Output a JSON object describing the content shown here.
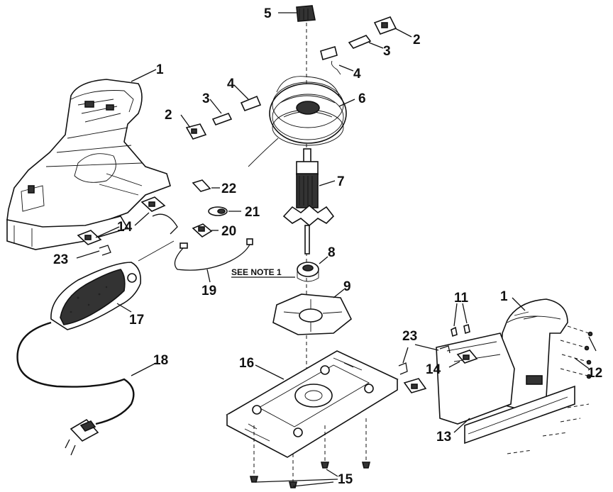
{
  "diagram": {
    "note": "SEE NOTE 1",
    "callouts": {
      "c1a": "1",
      "c1b": "1",
      "c2a": "2",
      "c2b": "2",
      "c3a": "3",
      "c3b": "3",
      "c4a": "4",
      "c4b": "4",
      "c5": "5",
      "c6": "6",
      "c7": "7",
      "c8": "8",
      "c9": "9",
      "c11": "11",
      "c12": "12",
      "c13": "13",
      "c14a": "14",
      "c14b": "14",
      "c15": "15",
      "c16": "16",
      "c17": "17",
      "c18": "18",
      "c19": "19",
      "c20": "20",
      "c21": "21",
      "c22": "22",
      "c23a": "23",
      "c23b": "23"
    }
  }
}
